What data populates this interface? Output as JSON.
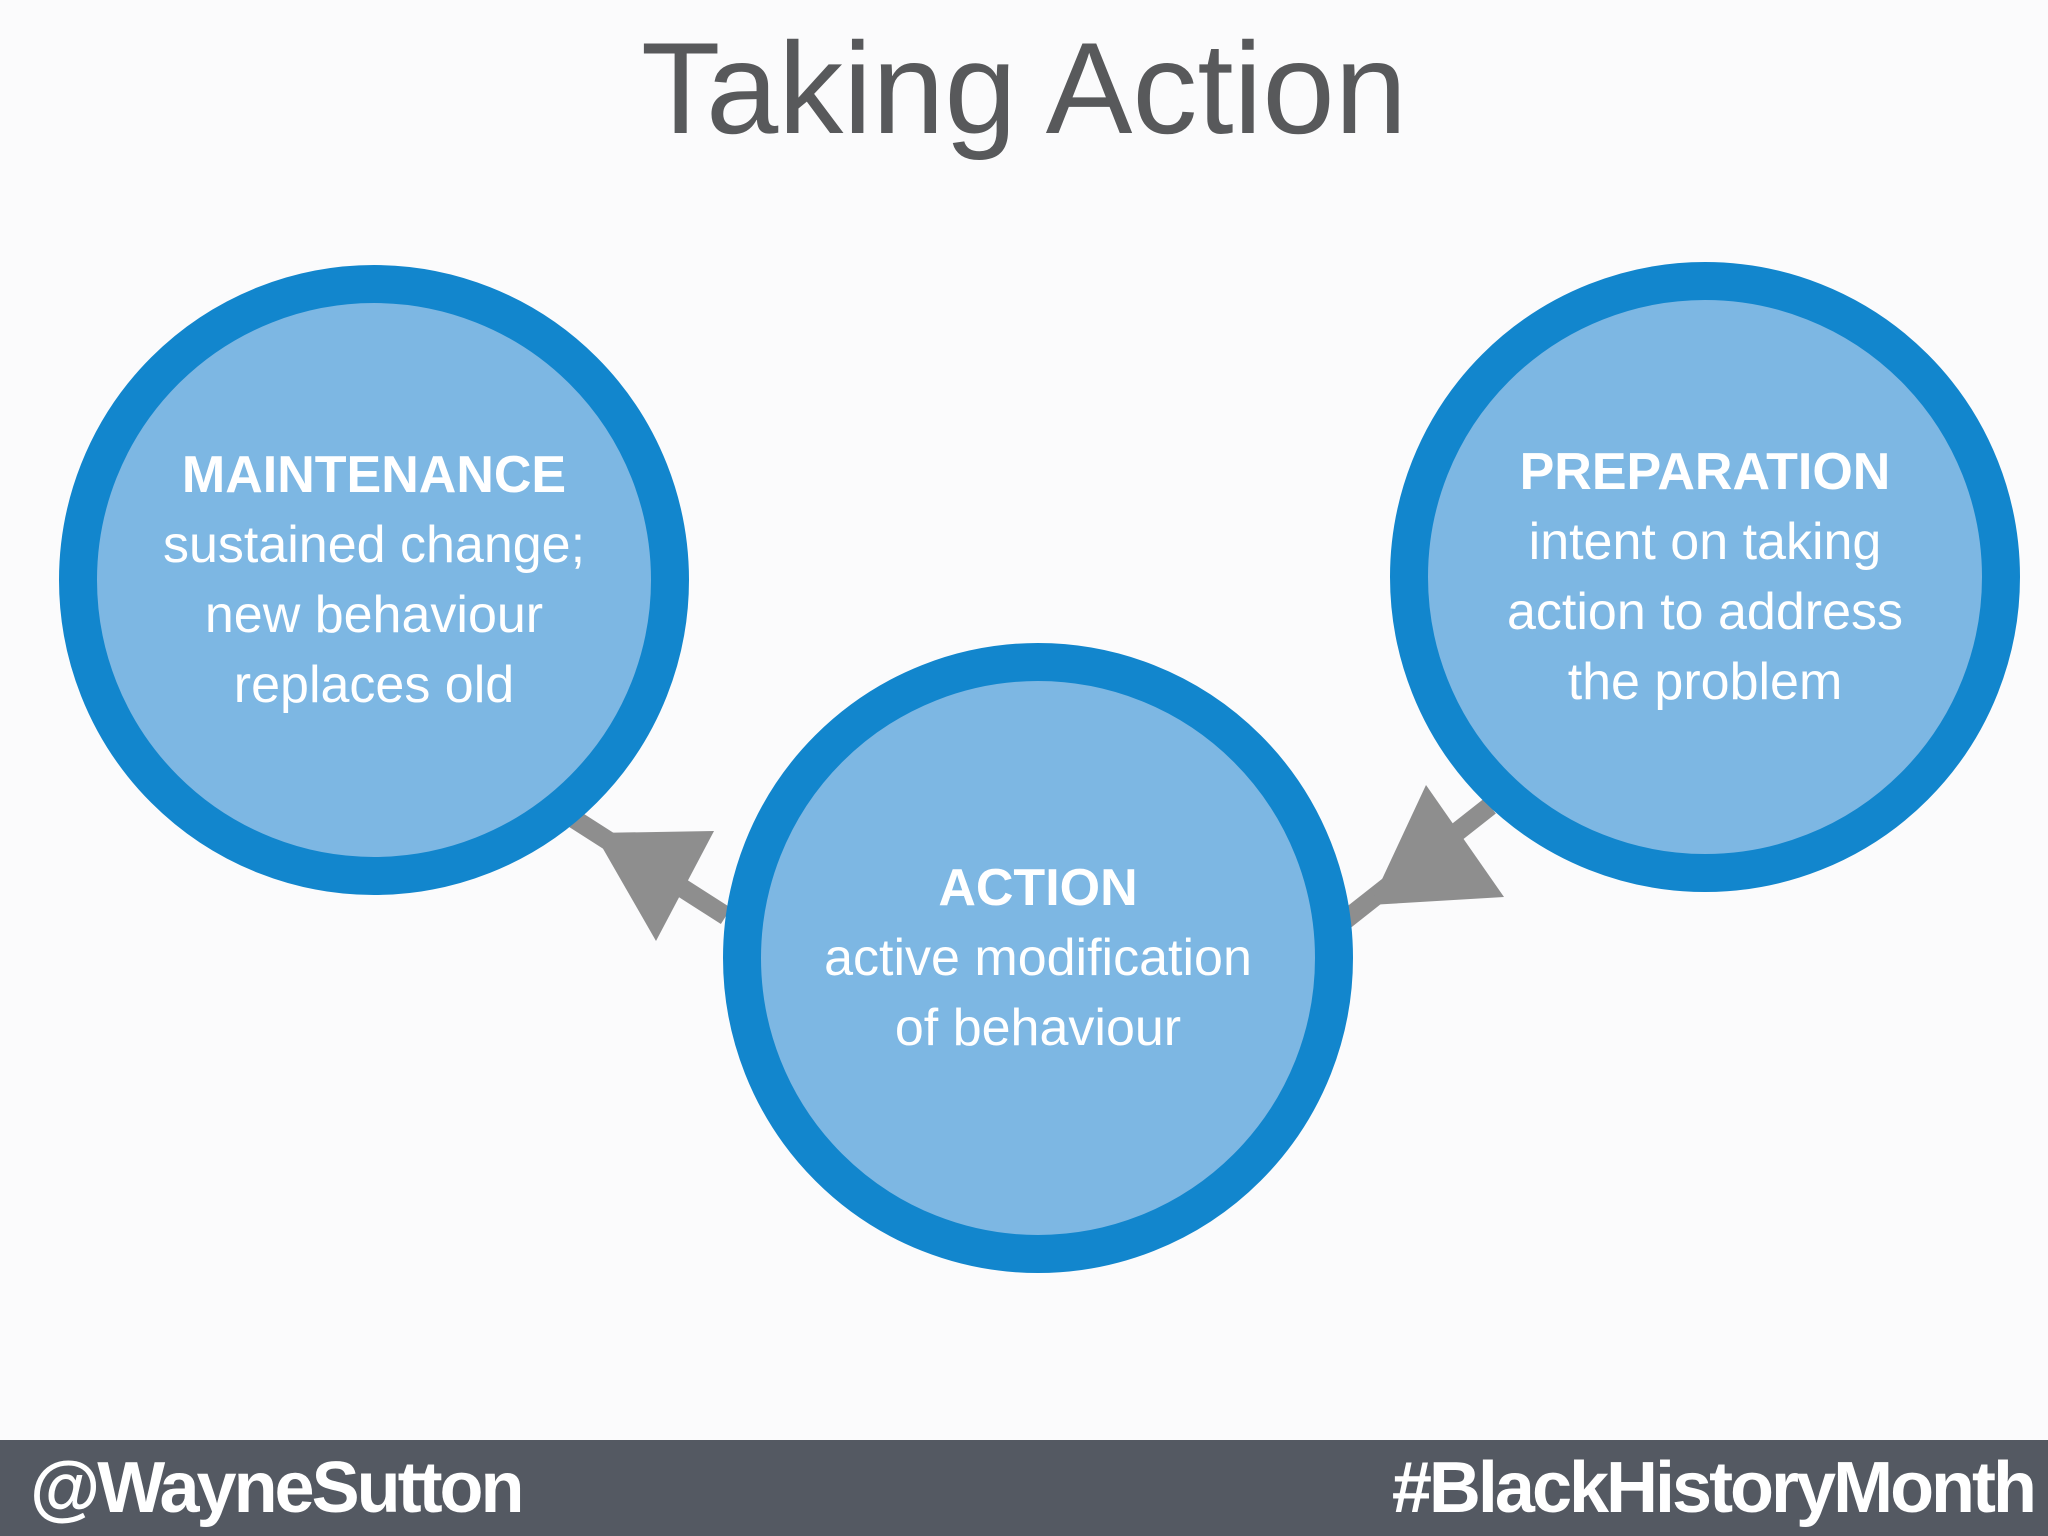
{
  "title": "Taking Action",
  "circles": {
    "maintenance": {
      "heading": "MAINTENANCE",
      "lines": [
        "sustained change;",
        "new behaviour",
        "replaces old"
      ]
    },
    "action": {
      "heading": "ACTION",
      "lines": [
        "active modification",
        "of behaviour"
      ]
    },
    "preparation": {
      "heading": "PREPARATION",
      "lines": [
        "intent on taking",
        "action to address",
        "the problem"
      ]
    }
  },
  "footer": {
    "left": "@WayneSutton",
    "right": "#BlackHistoryMonth"
  },
  "colors": {
    "circle_ring": "#1286cd",
    "circle_fill": "#7db7e3",
    "arrow": "#8e8e8e",
    "title_text": "#58595b",
    "footer_bg": "#545962",
    "footer_text": "#ffffff",
    "background": "#fbfbfc"
  }
}
